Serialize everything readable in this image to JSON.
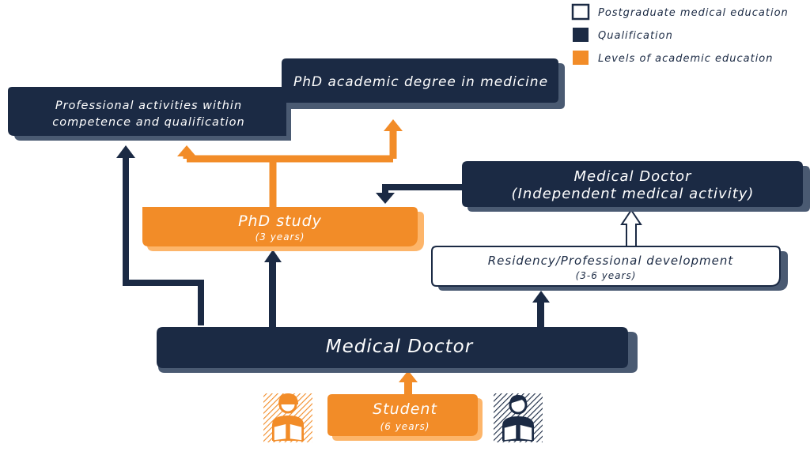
{
  "legend": {
    "items": [
      {
        "label": "Postgraduate medical education",
        "color": "#ffffff",
        "border": "#1b2a44"
      },
      {
        "label": "Qualification",
        "color": "#1b2a44",
        "border": "#1b2a44"
      },
      {
        "label": "Levels of academic education",
        "color": "#f28c28",
        "border": "#f28c28"
      }
    ]
  },
  "colors": {
    "navy": "#1b2a44",
    "orange": "#f28c28",
    "shadow": "#4a5a72",
    "white": "#ffffff"
  },
  "boxes": {
    "professional": {
      "line1": "Professional activities within",
      "line2": "competence and qualification"
    },
    "phd_degree": {
      "label": "PhD academic degree in medicine"
    },
    "md_independent": {
      "line1": "Medical Doctor",
      "line2": "(Independent medical activity)"
    },
    "phd_study": {
      "title": "PhD study",
      "duration": "(3 years)"
    },
    "residency": {
      "title": "Residency/Professional development",
      "duration": "(3-6 years)"
    },
    "medical_doctor": {
      "label": "Medical Doctor"
    },
    "student": {
      "title": "Student",
      "duration": "(6 years)"
    }
  },
  "icons": {
    "left": "female-student-reading-icon",
    "right": "male-student-reading-icon"
  }
}
